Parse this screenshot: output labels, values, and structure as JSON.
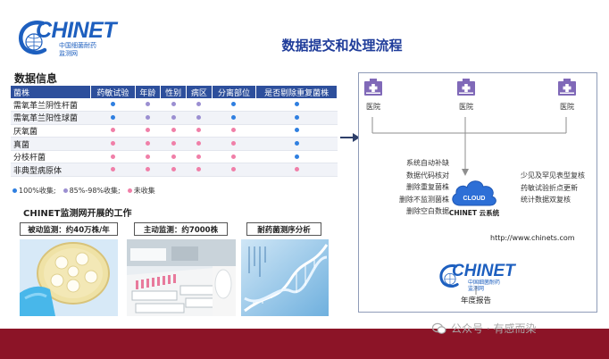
{
  "logo": {
    "word": "CHINET",
    "sub_line1": "中国细菌耐药",
    "sub_line2": "监测网"
  },
  "main_title": "数据提交和处理流程",
  "section_title": "数据信息",
  "table": {
    "headers": [
      "菌株",
      "药敏试验",
      "年龄",
      "性别",
      "病区",
      "分离部位",
      "是否剔除重复菌株"
    ],
    "rows": [
      {
        "name": "需氧革兰阴性杆菌",
        "dots": [
          "b",
          "p",
          "p",
          "p",
          "b",
          "b"
        ]
      },
      {
        "name": "需氧革兰阳性球菌",
        "dots": [
          "b",
          "p",
          "p",
          "p",
          "b",
          "b"
        ]
      },
      {
        "name": "厌氧菌",
        "dots": [
          "k",
          "k",
          "k",
          "k",
          "k",
          "b"
        ]
      },
      {
        "name": "真菌",
        "dots": [
          "k",
          "k",
          "k",
          "k",
          "k",
          "b"
        ]
      },
      {
        "name": "分枝杆菌",
        "dots": [
          "k",
          "k",
          "k",
          "k",
          "k",
          "b"
        ]
      },
      {
        "name": "非典型病原体",
        "dots": [
          "k",
          "k",
          "k",
          "k",
          "k",
          "k"
        ]
      }
    ]
  },
  "legend": {
    "full": "100%收集;",
    "partial": "85%-98%收集;",
    "none": "未收集"
  },
  "work_title": "CHINET监测网开展的工作",
  "tags": {
    "passive": "被动监测：约40万株/年",
    "active": "主动监测：约7000株",
    "genome": "耐药菌测序分析"
  },
  "flow": {
    "hospital": "医院",
    "left_items": [
      "系统自动补缺",
      "数据代码核对",
      "删除重复菌株",
      "删除不监测菌株",
      "删除空白数据"
    ],
    "right_items": [
      "少见及罕见表型复核",
      "药敏试验折点更新",
      "统计数据双复核"
    ],
    "cloud_label": "CLOUD",
    "cloud_caption": "CHINET 云系统",
    "url": "http://www.chinets.com",
    "report": "年度报告"
  },
  "watermark": "公众号 · 有感而染",
  "colors": {
    "header": "#2d4f9c",
    "full": "#2f7fe0",
    "partial": "#9b8fd1",
    "none": "#f07fa8",
    "footer": "#8c1427",
    "title": "#1f3c9a"
  }
}
